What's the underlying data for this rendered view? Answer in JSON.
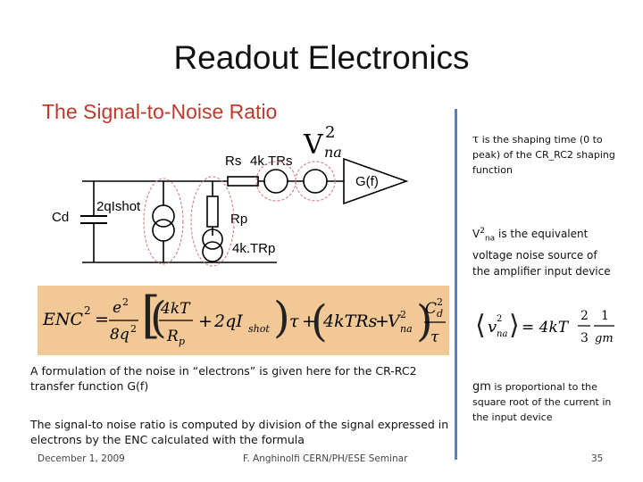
{
  "slide": {
    "title": "Readout Electronics",
    "subtitle": "The Signal-to-Noise Ratio"
  },
  "circuit": {
    "label_cd": "Cd",
    "label_ishot": "2qIshot",
    "label_rs": "Rs",
    "label_4ktrs": "4k.TRs",
    "label_gf": "G(f)",
    "label_rp": "Rp",
    "label_4ktrp": "4k.TRp",
    "vna_v": "V",
    "vna_sub": "na",
    "vna_sup": "2"
  },
  "formula": {
    "enc_lhs": "ENC",
    "enc_sq": "2",
    "equals": "=",
    "e2": "e",
    "e2_sup": "2",
    "den_8q": "8q",
    "den_sup": "2",
    "term_4kt": "4kT",
    "term_rp": "R",
    "term_rp_sub": "p",
    "plus": "+",
    "term_2qi": "2qI",
    "term_2qi_sub": "shot",
    "tau": "τ",
    "term_4ktrs": "4kTRs",
    "term_vna": "V",
    "term_vna_sub": "na",
    "term_vna_sup": "2",
    "term_c": "C",
    "term_c_sub": "d",
    "term_c_sup": "2"
  },
  "body": {
    "para1": "A formulation of the noise in “electrons” is given here for the CR-RC2 transfer function G(f)",
    "para2": "The signal-to noise ratio is computed by division of  the signal expressed in electrons by the ENC calculated with the formula"
  },
  "sidebar": {
    "tau_sym": "τ",
    "tau_text": " is the shaping time (0 to peak) of the CR_RC2 shaping function",
    "vna_v": "V",
    "vna_sup": "2",
    "vna_sub": "na",
    "vna_text": " is the equivalent voltage noise source of the amplifier input device",
    "eq_lhs": "v",
    "eq_sub": "na",
    "eq_sup": "2",
    "eq_eq": "= 4kT",
    "eq_num1": "2",
    "eq_den1": "3",
    "eq_num2": "1",
    "eq_den2": "gm",
    "gm_sym": "gm",
    "gm_text": " is proportional to the square root of the current in the input device"
  },
  "footer": {
    "date": "December 1, 2009",
    "author": "F. Anghinolfi CERN/PH/ESE Seminar",
    "page": "35"
  },
  "colors": {
    "subtitle": "#c0392b",
    "formula_bg": "#f2c896",
    "divider": "#5b7ec2",
    "dashed_loop": "#d08080"
  }
}
